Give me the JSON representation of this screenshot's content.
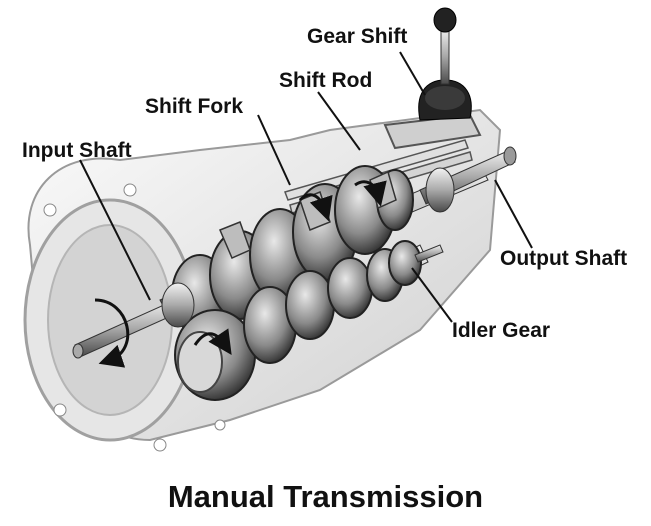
{
  "diagram": {
    "caption": "Manual Transmission",
    "labels": {
      "gear_shift": "Gear Shift",
      "shift_rod": "Shift Rod",
      "shift_fork": "Shift Fork",
      "input_shaft": "Input Shaft",
      "output_shaft": "Output Shaft",
      "idler_gear": "Idler Gear"
    }
  }
}
